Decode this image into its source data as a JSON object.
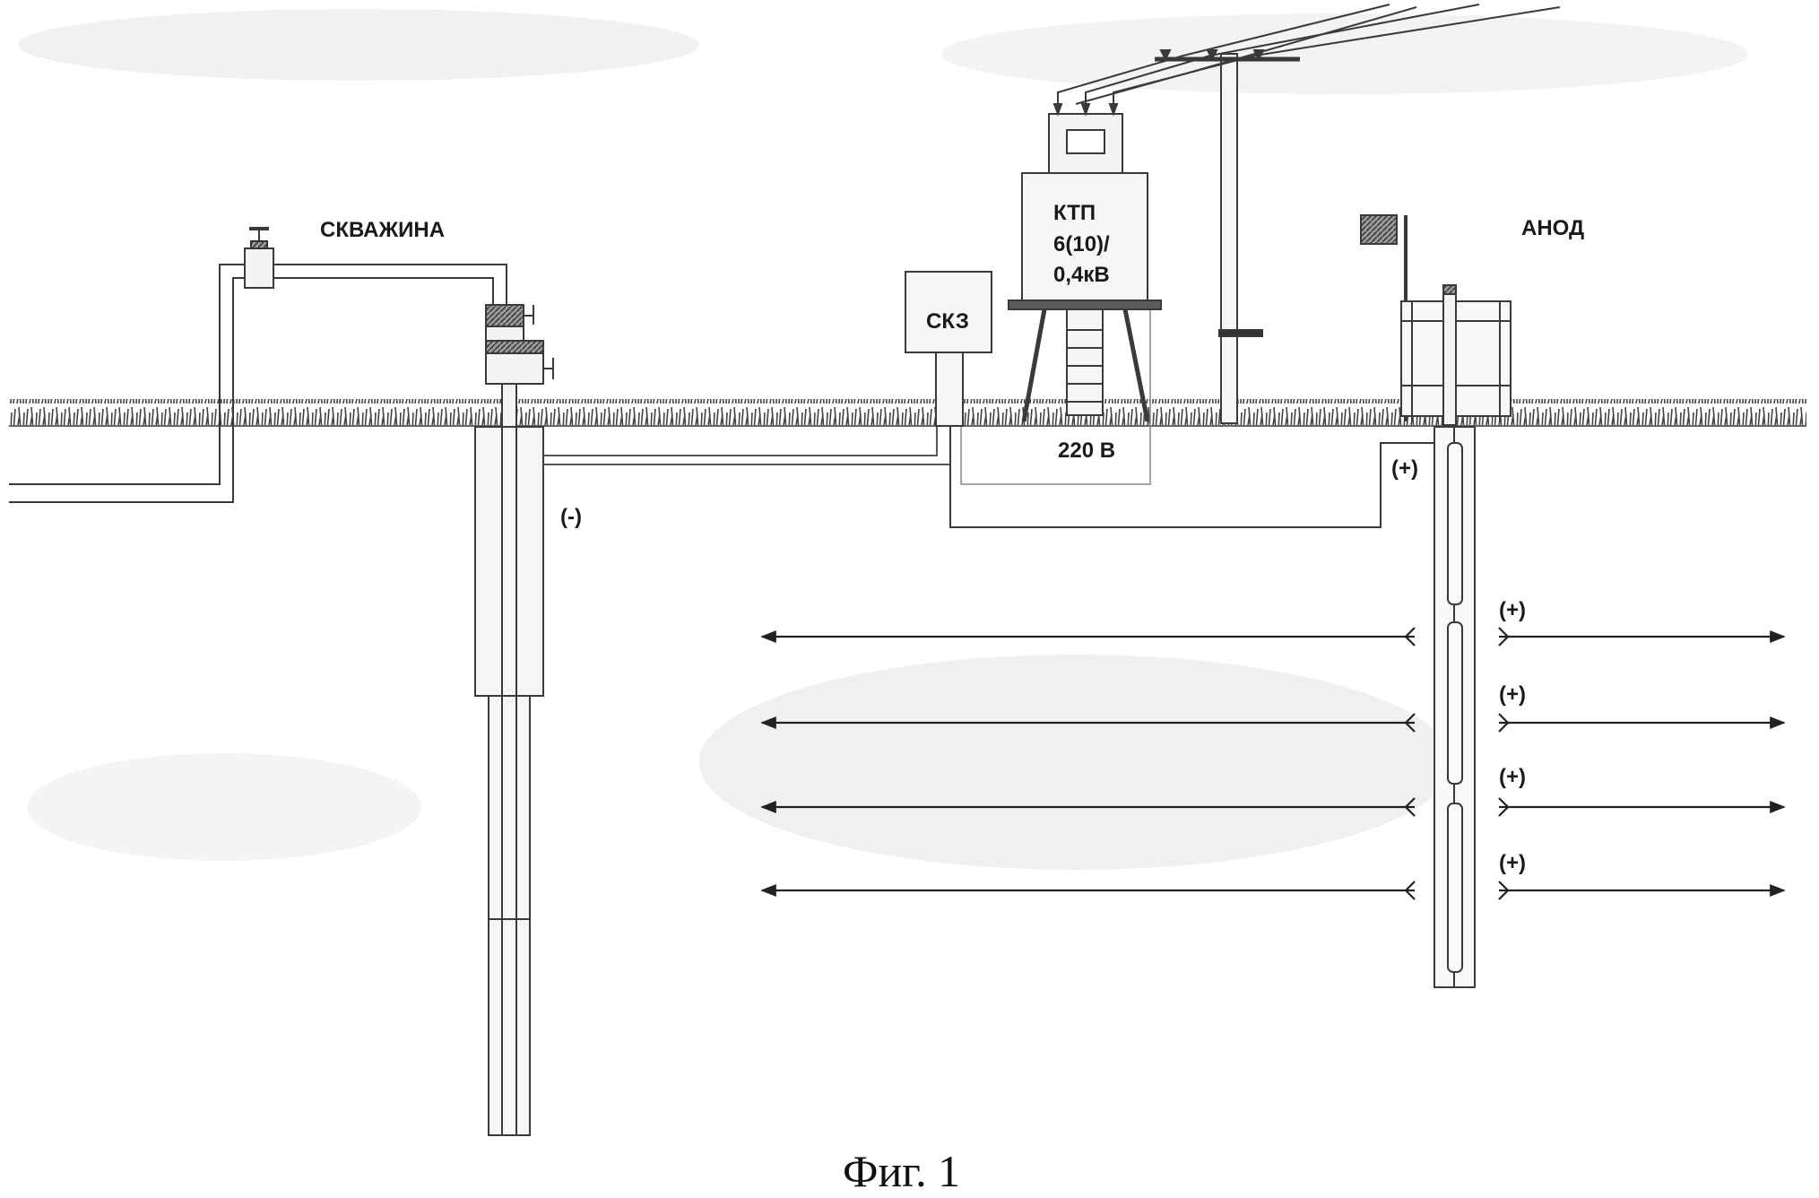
{
  "labels": {
    "well": "СКВАЖИНА",
    "anode": "АНОД",
    "ktp_line1": "КТП",
    "ktp_line2": "6(10)/",
    "ktp_line3": "0,4кВ",
    "skz": "СКЗ",
    "voltage": "220 В",
    "negative": "(-)",
    "positive_top": "(+)",
    "positive_1": "(+)",
    "positive_2": "(+)",
    "positive_3": "(+)",
    "positive_4": "(+)"
  },
  "caption": "Фиг. 1",
  "colors": {
    "line": "#3a3a3a",
    "ground": "#555555",
    "fill_light": "#f4f4f4",
    "hatch": "#5a5a5a"
  }
}
